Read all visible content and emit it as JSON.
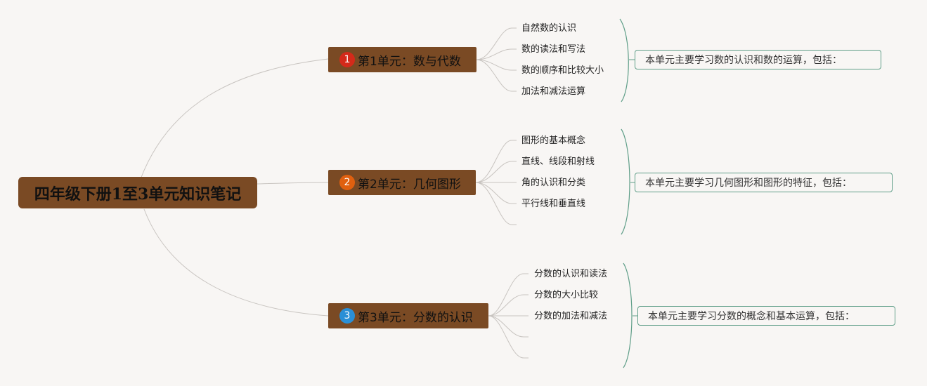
{
  "root": {
    "title": "四年级下册1至3单元知识笔记"
  },
  "branches": [
    {
      "number": "1",
      "badge_color": "#d42a1a",
      "title": "第1单元：数与代数",
      "items": [
        "自然数的认识",
        "数的读法和写法",
        "数的顺序和比较大小",
        "加法和减法运算"
      ],
      "summary": "本单元主要学习数的认识和数的运算，包括："
    },
    {
      "number": "2",
      "badge_color": "#e0600f",
      "title": "第2单元：几何图形",
      "items": [
        "图形的基本概念",
        "直线、线段和射线",
        "角的认识和分类",
        "平行线和垂直线"
      ],
      "summary": "本单元主要学习几何图形和图形的特征，包括："
    },
    {
      "number": "3",
      "badge_color": "#2a8fd6",
      "title": "第3单元：分数的认识",
      "items": [
        "分数的认识和读法",
        "分数的大小比较",
        "分数的加法和减法"
      ],
      "summary": "本单元主要学习分数的概念和基本运算，包括："
    }
  ],
  "colors": {
    "node_fill": "#7a4a24",
    "connector": "#c8c4c0",
    "bracket": "#5f9e88",
    "background": "#f8f6f4"
  }
}
